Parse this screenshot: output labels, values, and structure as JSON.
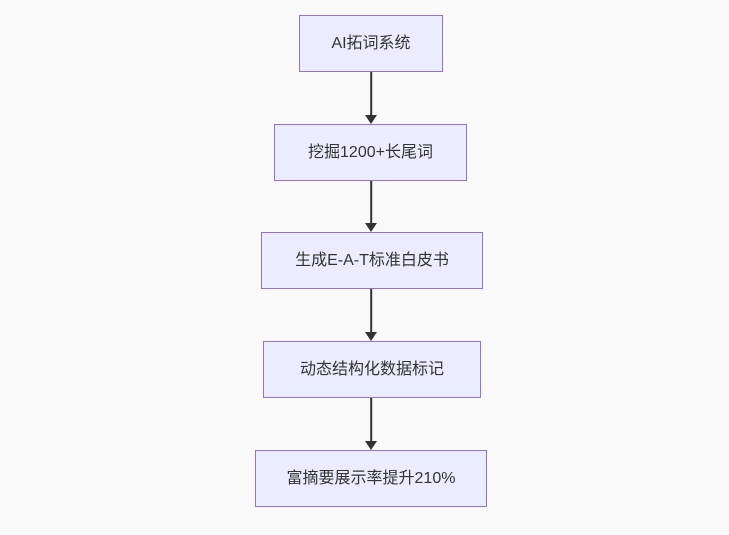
{
  "diagram": {
    "type": "flowchart",
    "direction": "top-down",
    "nodes": [
      {
        "id": "A",
        "label": "AI拓词系统"
      },
      {
        "id": "B",
        "label": "挖掘1200+长尾词"
      },
      {
        "id": "C",
        "label": "生成E-A-T标准白皮书"
      },
      {
        "id": "D",
        "label": "动态结构化数据标记"
      },
      {
        "id": "E",
        "label": "富摘要展示率提升210%"
      }
    ],
    "edges": [
      {
        "from": "A",
        "to": "B",
        "style": "arrow-down"
      },
      {
        "from": "B",
        "to": "C",
        "style": "arrow-down"
      },
      {
        "from": "C",
        "to": "D",
        "style": "arrow-down"
      },
      {
        "from": "D",
        "to": "E",
        "style": "arrow-down"
      }
    ],
    "colors": {
      "background": "#fafafa",
      "node_fill": "#ECECFF",
      "node_border": "#9370DB",
      "text": "#333333",
      "edge": "#333333"
    }
  }
}
